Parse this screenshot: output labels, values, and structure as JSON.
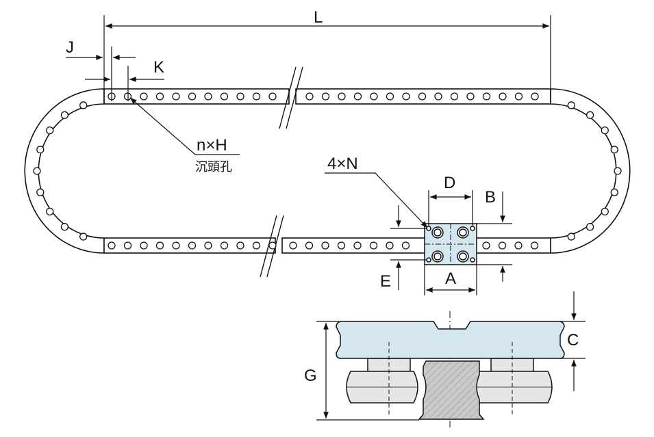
{
  "diagram": {
    "labels": {
      "L": "L",
      "J": "J",
      "K": "K",
      "nxH": "n×H",
      "countersink": "沉頭孔",
      "fourN": "4×N",
      "D": "D",
      "B": "B",
      "E": "E",
      "A": "A",
      "C": "C",
      "G": "G"
    },
    "colors": {
      "plate_fill": "#d4e6ef",
      "line": "#111111",
      "roller_fill": "#e6e6e6",
      "rail_hatch": "#bdbdbd"
    }
  }
}
